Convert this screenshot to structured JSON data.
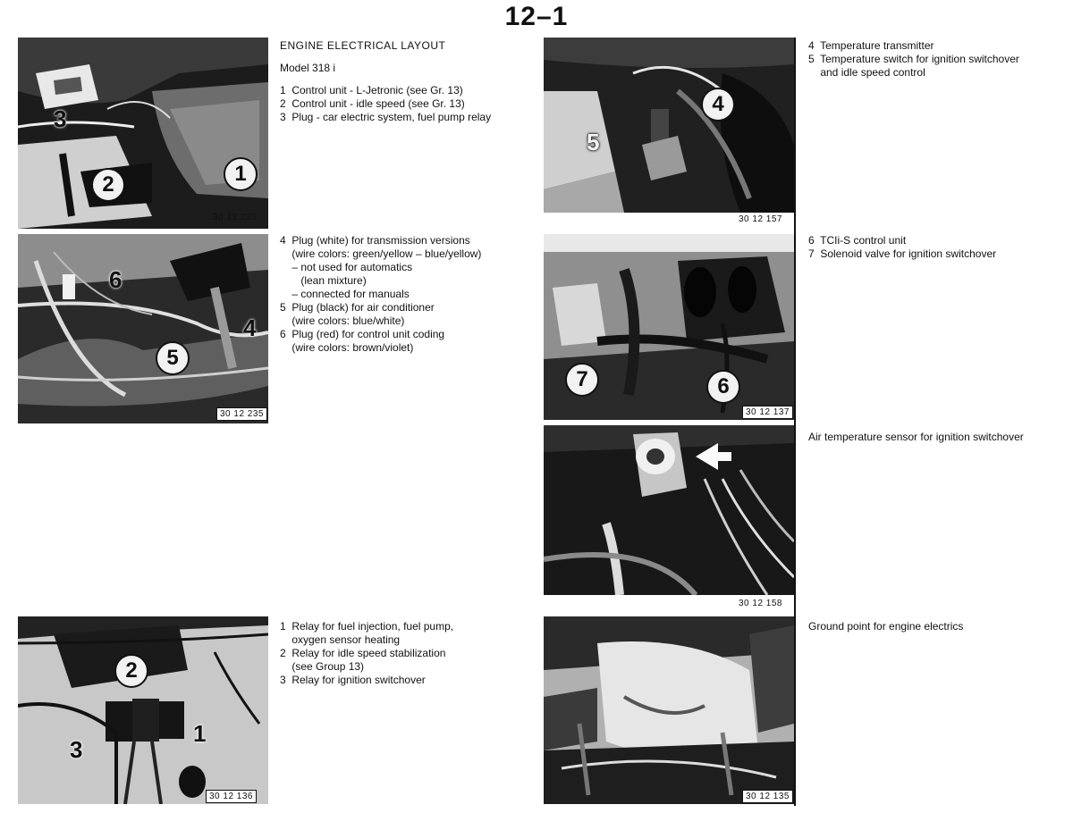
{
  "page": {
    "number": "12–1"
  },
  "photos": {
    "p1": {
      "code": "30 12 236",
      "callouts": [
        "3",
        "2",
        "1"
      ]
    },
    "p2": {
      "code": "30 12 235",
      "callouts": [
        "6",
        "4",
        "5"
      ]
    },
    "p3": {
      "code": "30 12 136",
      "callouts": [
        "2",
        "3",
        "1"
      ]
    },
    "p4": {
      "code": "30 12 157",
      "callouts": [
        "4",
        "5"
      ]
    },
    "p5": {
      "code": "30 12 137",
      "callouts": [
        "7",
        "6"
      ]
    },
    "p6": {
      "code": "30 12 158"
    },
    "p7": {
      "code": "30 12 135"
    }
  },
  "sections": {
    "s1": {
      "title": "ENGINE ELECTRICAL LAYOUT",
      "model": "Model 318 i",
      "lines": [
        "1  Control unit - L-Jetronic (see Gr. 13)",
        "2  Control unit - idle speed (see Gr. 13)",
        "3  Plug - car electric system, fuel pump relay"
      ]
    },
    "s2": {
      "lines": [
        "4  Plug (white) for transmission versions",
        "    (wire colors: green/yellow – blue/yellow)",
        "    – not used for automatics",
        "       (lean mixture)",
        "    – connected for manuals",
        "5  Plug (black) for air conditioner",
        "    (wire colors: blue/white)",
        "6  Plug (red) for control unit coding",
        "    (wire colors: brown/violet)"
      ]
    },
    "s3": {
      "lines": [
        "1  Relay for fuel injection, fuel pump,",
        "    oxygen sensor heating",
        "2  Relay for idle speed stabilization",
        "    (see Group 13)",
        "3  Relay for ignition switchover"
      ]
    },
    "s4": {
      "lines": [
        "4  Temperature transmitter",
        "5  Temperature switch for ignition switchover",
        "    and idle speed control"
      ]
    },
    "s5": {
      "lines": [
        "6  TCIi-S control unit",
        "7  Solenoid valve for ignition switchover"
      ]
    },
    "s6": {
      "lines": [
        "Air temperature sensor for ignition switchover"
      ]
    },
    "s7": {
      "lines": [
        "Ground point for engine electrics"
      ]
    }
  }
}
